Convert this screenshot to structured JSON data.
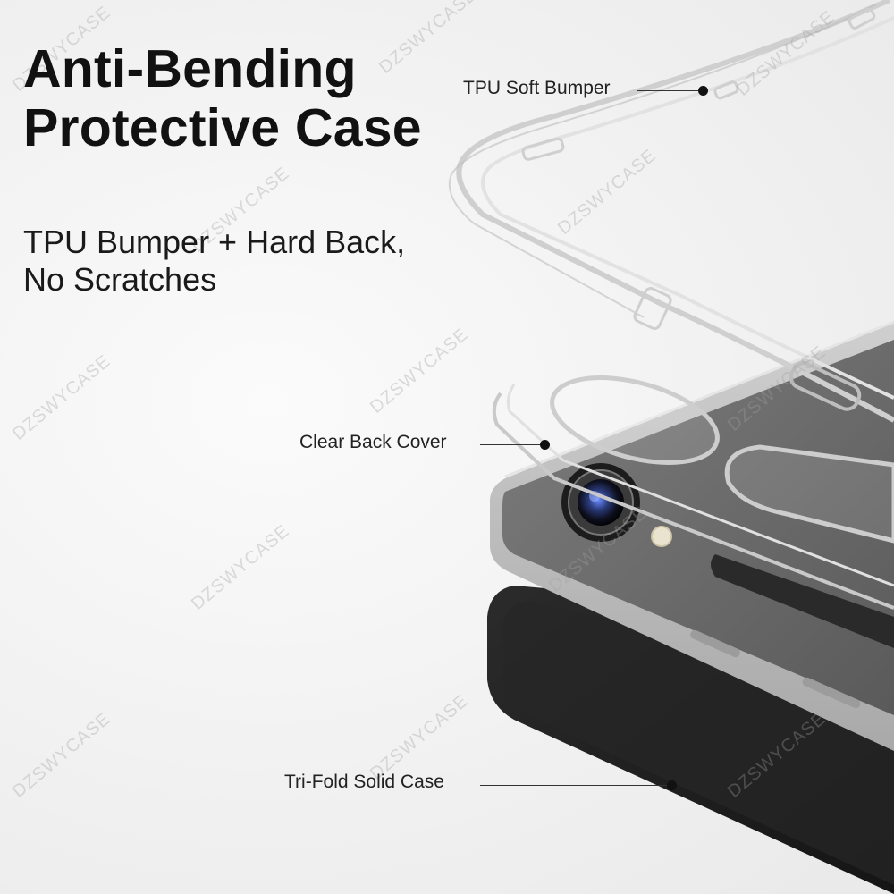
{
  "headline": {
    "line1": "Anti-Bending",
    "line2": "Protective Case"
  },
  "subhead": {
    "line1": "TPU Bumper + Hard Back,",
    "line2": "No Scratches"
  },
  "callouts": {
    "bumper": "TPU Soft Bumper",
    "back_cover": "Clear Back Cover",
    "solid_case": "Tri-Fold Solid Case"
  },
  "watermark": "DZSWYCASE",
  "colors": {
    "background": "#f4f4f4",
    "text": "#111111",
    "tablet_gray": "#6b6b6b",
    "tablet_frame": "#b8b8b8",
    "folio_black": "#1e1e1e"
  },
  "icons": {
    "callout_marker": "dot-icon",
    "camera": "camera-lens-icon",
    "flash": "flash-icon"
  }
}
